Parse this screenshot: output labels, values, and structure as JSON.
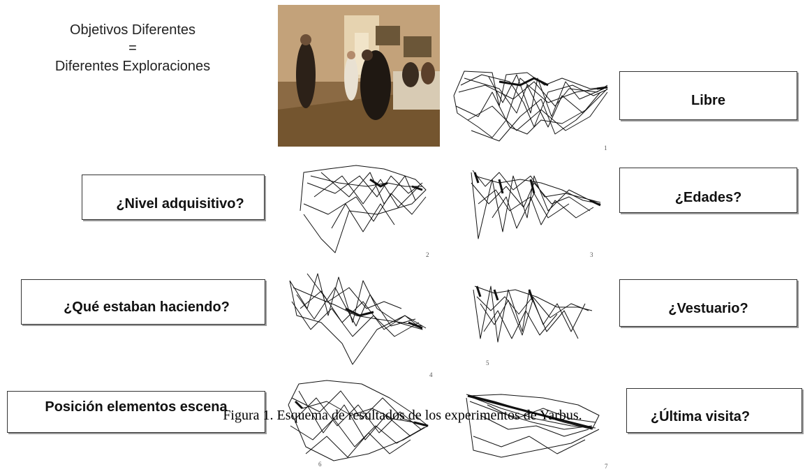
{
  "heading": {
    "line1": "Objetivos Diferentes",
    "line2": "=",
    "line3": "Diferentes Exploraciones"
  },
  "painting": {
    "icon": "painting-image"
  },
  "boxes": {
    "libre": "Libre",
    "nivel": "¿Nivel adquisitivo?",
    "edades": "¿Edades?",
    "haciendo": "¿Qué estaban haciendo?",
    "vestuario": "¿Vestuario?",
    "posicion": "Posición elementos escena",
    "ultima": "¿Última visita?"
  },
  "scans": {
    "s1": "1",
    "s2": "2",
    "s3": "3",
    "s4": "4",
    "s5": "5",
    "s6": "6",
    "s7": "7"
  },
  "caption": "Figura 1. Esquema de resultados de los experimentos de Yarbus.",
  "colors": {
    "box_border": "#333333",
    "box_shadow": "#9a9a9a",
    "trace": "#111111"
  }
}
